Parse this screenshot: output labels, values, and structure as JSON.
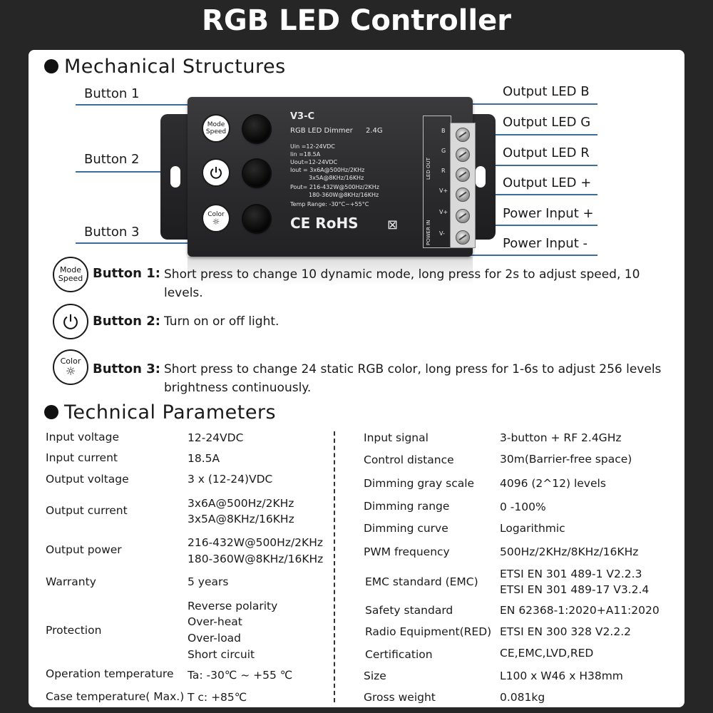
{
  "page_title": "RGB LED Controller",
  "sections": {
    "mechanical": "Mechanical Structures",
    "technical": "Technical Parameters"
  },
  "callouts": {
    "left": [
      "Button 1",
      "Button 2",
      "Button 3"
    ],
    "right": [
      "Output LED B",
      "Output LED G",
      "Output LED R",
      "Output LED +",
      "Power Input +",
      "Power Input -"
    ]
  },
  "device": {
    "model": "V3-C",
    "name": "RGB LED Dimmer",
    "band": "2.4G",
    "specs": [
      "Uin =12-24VDC",
      "Iin   =18.5A",
      "Uout=12-24VDC",
      "Iout = 3x6A@500Hz/2KHz",
      "3x5A@8KHz/16KHz",
      "Pout= 216-432W@500Hz/2KHz",
      "180-360W@8KHz/16KHz",
      "Temp Range: -30°C~+55°C"
    ],
    "certs": "CE RoHS",
    "strip_output": "LED OUT",
    "strip_input": "POWER IN",
    "terminals": [
      "B",
      "G",
      "R",
      "V+",
      "V+",
      "V-"
    ],
    "icon_mode": [
      "Mode",
      "Speed"
    ],
    "icon_color": "Color"
  },
  "buttons": [
    {
      "label": "Button 1:",
      "icon_lines": [
        "Mode",
        "Speed"
      ],
      "icon": "mode-speed-icon",
      "desc": "Short press to change 10 dynamic mode, long press for 2s to adjust speed, 10 levels."
    },
    {
      "label": "Button 2:",
      "icon_lines": [],
      "icon": "power-icon",
      "desc": "Turn on or off light."
    },
    {
      "label": "Button 3:",
      "icon_lines": [
        "Color"
      ],
      "icon": "color-brightness-icon",
      "desc": "Short press to change 24 static RGB color, long press for 1-6s to adjust 256 levels brightness continuously."
    }
  ],
  "params_left": [
    {
      "name": "Input voltage",
      "value": [
        "12-24VDC"
      ]
    },
    {
      "name": "Input current",
      "value": [
        "18.5A"
      ]
    },
    {
      "name": "Output voltage",
      "value": [
        "3 x (12-24)VDC"
      ]
    },
    {
      "name": "Output current",
      "value": [
        "3x6A@500Hz/2KHz",
        "3x5A@8KHz/16KHz"
      ]
    },
    {
      "name": "Output power",
      "value": [
        "216-432W@500Hz/2KHz",
        "180-360W@8KHz/16KHz"
      ]
    },
    {
      "name": "Warranty",
      "value": [
        "5 years"
      ]
    },
    {
      "name": "Protection",
      "value": [
        "Reverse polarity",
        "Over-heat",
        "Over-load",
        "Short circuit"
      ]
    },
    {
      "name": "Operation temperature",
      "value": [
        "Ta: -30℃ ~ +55 ℃"
      ]
    },
    {
      "name": "Case temperature( Max.)",
      "value": [
        "T c:  +85℃"
      ]
    }
  ],
  "params_right": [
    {
      "name": "Input signal",
      "value": [
        "3-button + RF 2.4GHz"
      ]
    },
    {
      "name": "Control distance",
      "value": [
        "30m(Barrier-free space)"
      ]
    },
    {
      "name": "Dimming gray scale",
      "value": [
        "4096 (2^12) levels"
      ]
    },
    {
      "name": "Dimming range",
      "value": [
        "0 -100%"
      ]
    },
    {
      "name": "Dimming curve",
      "value": [
        "Logarithmic"
      ]
    },
    {
      "name": "PWM frequency",
      "value": [
        "500Hz/2KHz/8KHz/16KHz"
      ]
    },
    {
      "name": "EMC standard (EMC)",
      "value": [
        "ETSI EN 301 489-1 V2.2.3",
        "ETSI EN 301 489-17 V3.2.4"
      ]
    },
    {
      "name": "Safety standard",
      "value": [
        "EN 62368-1:2020+A11:2020"
      ]
    },
    {
      "name": "Radio Equipment(RED)",
      "value": [
        "ETSI EN 300 328 V2.2.2"
      ]
    },
    {
      "name": "Certification",
      "value": [
        "CE,EMC,LVD,RED"
      ]
    },
    {
      "name": "Size",
      "value": [
        "L100 x W46 x H38mm"
      ]
    },
    {
      "name": "Gross weight",
      "value": [
        "0.081kg"
      ]
    }
  ]
}
